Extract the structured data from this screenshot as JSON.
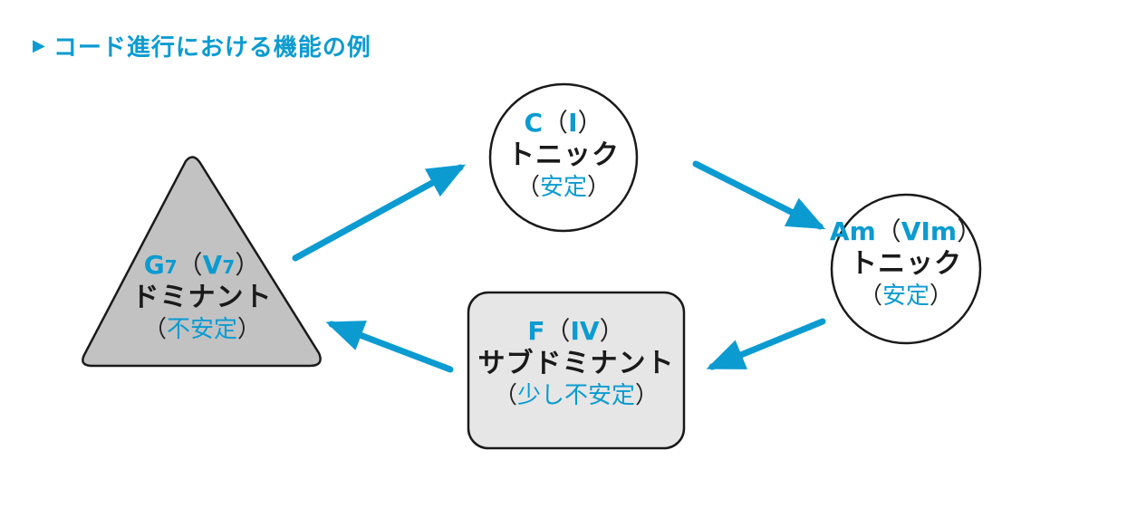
{
  "title": "コード進行における機能の例",
  "title_marker": "▶",
  "colors": {
    "accent": "#0b9bd1",
    "dominant_fill": "#c2c2c2",
    "subdominant_fill": "#e6e6e6",
    "tonic_fill": "#ffffff",
    "stroke": "#1a1a1a"
  },
  "nodes": {
    "tonic_c": {
      "chord": "C",
      "degree": "I",
      "function": "トニック",
      "stability": "安定",
      "shape": "circle"
    },
    "tonic_am": {
      "chord": "Am",
      "degree": "VIm",
      "function": "トニック",
      "stability": "安定",
      "shape": "circle"
    },
    "subdominant_f": {
      "chord": "F",
      "degree": "IV",
      "function": "サブドミナント",
      "stability": "少し不安定",
      "shape": "rounded-rectangle"
    },
    "dominant_g7": {
      "chord": "G",
      "chord_sup": "7",
      "degree": "V",
      "degree_sup": "7",
      "function": "ドミナント",
      "stability": "不安定",
      "shape": "triangle"
    }
  },
  "paren_open": "（",
  "paren_close": "）",
  "edges": [
    {
      "from": "dominant_g7",
      "to": "tonic_c"
    },
    {
      "from": "tonic_c",
      "to": "tonic_am"
    },
    {
      "from": "tonic_am",
      "to": "subdominant_f"
    },
    {
      "from": "subdominant_f",
      "to": "dominant_g7"
    }
  ]
}
